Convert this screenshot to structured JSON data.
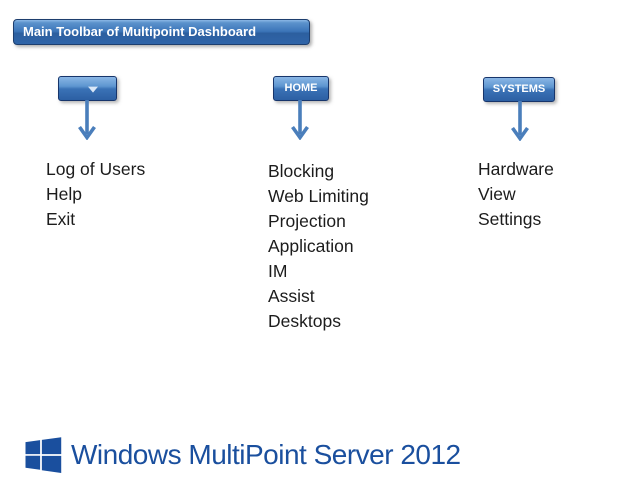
{
  "title_banner": {
    "label": "Main Toolbar of Multipoint Dashboard"
  },
  "buttons": {
    "dropdown": {
      "icon": "caret-down-icon"
    },
    "home": {
      "label": "HOME"
    },
    "systems": {
      "label": "SYSTEMS"
    }
  },
  "lists": {
    "dropdown_menu": {
      "items": [
        "Log of Users",
        "Help",
        "Exit"
      ]
    },
    "home_menu": {
      "items": [
        "Blocking",
        "Web Limiting",
        "Projection",
        "Application",
        "IM",
        "Assist",
        "Desktops"
      ]
    },
    "systems_menu": {
      "items": [
        "Hardware",
        "View",
        "Settings"
      ]
    }
  },
  "footer": {
    "brand": "Windows MultiPoint Server 2012"
  },
  "colors": {
    "banner_blue": "#3b74b8",
    "button_blue": "#3a72b6",
    "arrow_blue": "#4a7ebb",
    "text_black": "#1c1c1c",
    "brand_blue": "#1a4f9e"
  }
}
